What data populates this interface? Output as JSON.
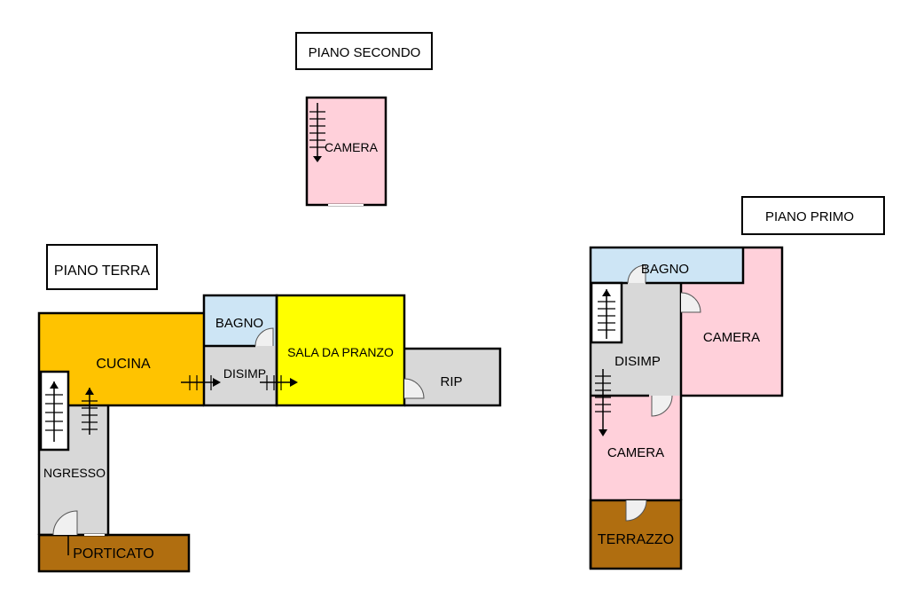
{
  "floors": {
    "terra": "PIANO TERRA",
    "primo": "PIANO PRIMO",
    "secondo": "PIANO SECONDO"
  },
  "rooms": {
    "terra": {
      "cucina": "CUCINA",
      "bagno": "BAGNO",
      "disimp": "DISIMP",
      "sala": "SALA DA PRANZO",
      "rip": "RIP",
      "ingresso": "NGRESSO",
      "porticato": "PORTICATO"
    },
    "primo": {
      "bagno": "BAGNO",
      "disimp": "DISIMP",
      "camera_right": "CAMERA",
      "camera_left": "CAMERA",
      "terrazzo": "TERRAZZO"
    },
    "secondo": {
      "camera": "CAMERA"
    }
  },
  "colors": {
    "cucina": "#FFC300",
    "sala": "#FFFF00",
    "bagno": "#CDE5F5",
    "grey": "#D8D8D8",
    "camera": "#FFD0DA",
    "terrace": "#B06E10"
  }
}
